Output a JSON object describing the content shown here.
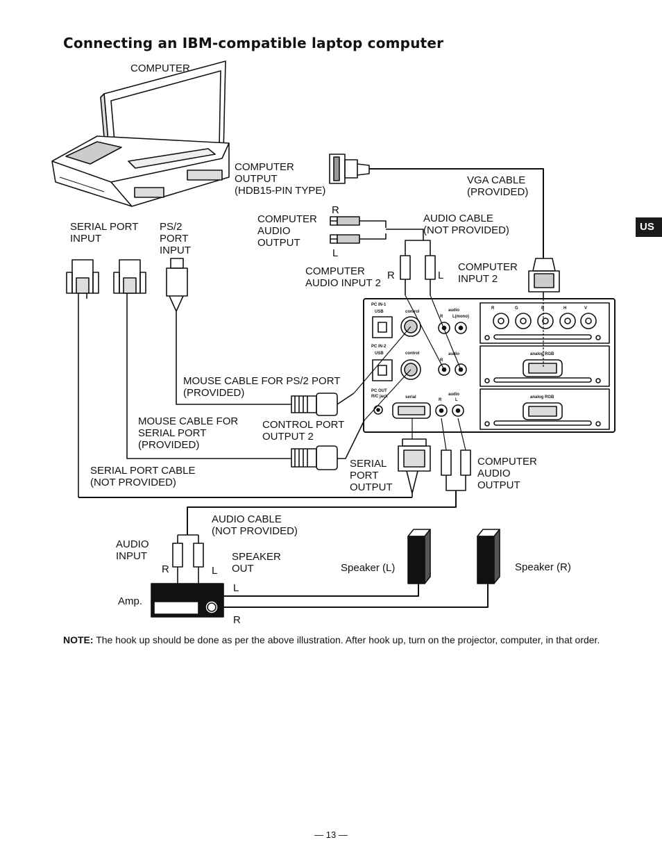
{
  "heading": "Connecting an IBM-compatible laptop computer",
  "section_tab": "US",
  "labels": {
    "computer": "COMPUTER",
    "computer_output": "COMPUTER\nOUTPUT\n(HDB15-PIN TYPE)",
    "vga_cable": "VGA CABLE\n(PROVIDED)",
    "r_top": "R",
    "computer_audio_output": "COMPUTER\nAUDIO\nOUTPUT",
    "l_top": "L",
    "audio_cable_top": "AUDIO CABLE\n(NOT PROVIDED)",
    "serial_port_input": "SERIAL PORT\nINPUT",
    "ps2_port_input": "PS/2\nPORT\nINPUT",
    "computer_audio_input2": "COMPUTER\nAUDIO INPUT 2",
    "r_mid": "R",
    "l_mid": "L",
    "computer_input2": "COMPUTER\nINPUT 2",
    "mouse_cable_ps2": "MOUSE CABLE FOR PS/2 PORT\n(PROVIDED)",
    "mouse_cable_serial": "MOUSE CABLE FOR\nSERIAL PORT\n(PROVIDED)",
    "control_port_output2": "CONTROL PORT\nOUTPUT 2",
    "serial_port_cable": "SERIAL PORT CABLE\n(NOT PROVIDED)",
    "serial_port_output": "SERIAL\nPORT\nOUTPUT",
    "computer_audio_output_right": "COMPUTER\nAUDIO\nOUTPUT",
    "audio_cable_bottom": "AUDIO CABLE\n(NOT PROVIDED)",
    "audio_input": "AUDIO\nINPUT",
    "r_amp": "R",
    "l_amp": "L",
    "speaker_out": "SPEAKER\nOUT",
    "l_speaker": "L",
    "r_speaker": "R",
    "speaker_left": "Speaker (L)",
    "speaker_right": "Speaker (R)",
    "amp": "Amp."
  },
  "panel_labels": {
    "pc_in1": "PC IN-1",
    "pc_in2": "PC IN-2",
    "pc_out": "PC OUT",
    "usb1": "USB",
    "usb2": "USB",
    "control1": "control",
    "control2": "control",
    "rc_jack": "R/C jack",
    "serial": "serial",
    "audio1": "audio",
    "audio2": "audio",
    "audio3": "audio",
    "mono": "L(mono)",
    "analog_rgb1": "analog RGB",
    "analog_rgb2": "analog RGB",
    "r1": "R",
    "r2": "R",
    "r3": "R",
    "l3": "L",
    "rgb_r": "R",
    "rgb_g": "G",
    "rgb_b": "B",
    "rgb_h": "H",
    "rgb_v": "V"
  },
  "note": {
    "prefix": "NOTE:",
    "text": " The hook up should be done as per the above illustration. After hook up, turn on the projector, computer, in that order."
  },
  "page_number": "— 13 —"
}
